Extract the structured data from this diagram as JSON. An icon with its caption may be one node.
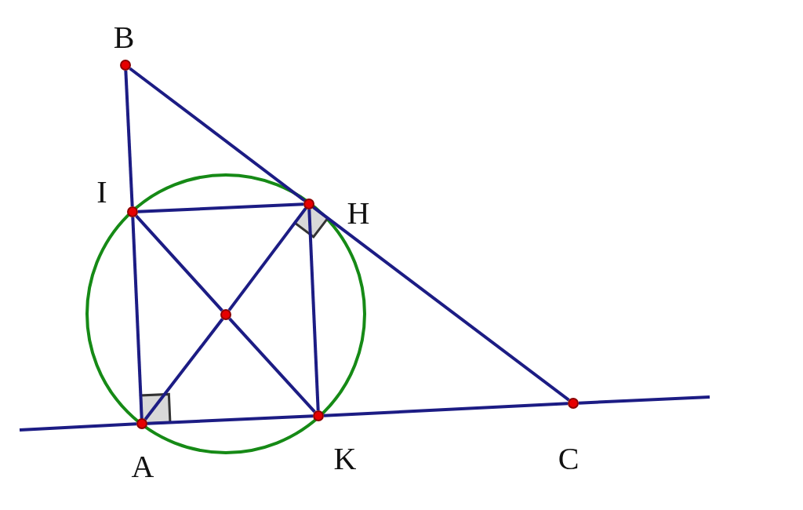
{
  "diagram": {
    "nodes": [
      {
        "text": [],
        "shape": "circle",
        "beside": [
          "B"
        ]
      },
      {
        "text": [],
        "shape": "circle",
        "beside": [
          "I"
        ]
      },
      {
        "text": [],
        "shape": "circle",
        "beside": [
          "H"
        ]
      },
      {
        "text": [],
        "shape": "circle"
      },
      {
        "text": [],
        "shape": "circle",
        "beside": [
          "A"
        ]
      },
      {
        "text": [],
        "shape": "circle",
        "beside": [
          "K"
        ]
      },
      {
        "text": [],
        "shape": "circle",
        "beside": [
          "C"
        ]
      }
    ],
    "edges": [
      {
        "from": 0,
        "to": 1,
        "arrow": "none"
      },
      {
        "from": 1,
        "to": 4,
        "arrow": "none"
      },
      {
        "from": 0,
        "to": 2,
        "arrow": "none"
      },
      {
        "from": 2,
        "to": 6,
        "arrow": "none"
      },
      {
        "from": 1,
        "to": 2,
        "arrow": "none"
      },
      {
        "from": 1,
        "to": 3,
        "arrow": "none"
      },
      {
        "from": 3,
        "to": 5,
        "arrow": "none"
      },
      {
        "from": 4,
        "to": 3,
        "arrow": "none"
      },
      {
        "from": 3,
        "to": 2,
        "arrow": "none"
      },
      {
        "from": 2,
        "to": 5,
        "arrow": "none"
      },
      {
        "from": null,
        "to": 4,
        "arrow": "none"
      },
      {
        "from": 4,
        "to": 5,
        "arrow": "none"
      },
      {
        "from": 5,
        "to": 6,
        "arrow": "none"
      },
      {
        "from": 6,
        "to": null,
        "arrow": "none"
      }
    ]
  }
}
